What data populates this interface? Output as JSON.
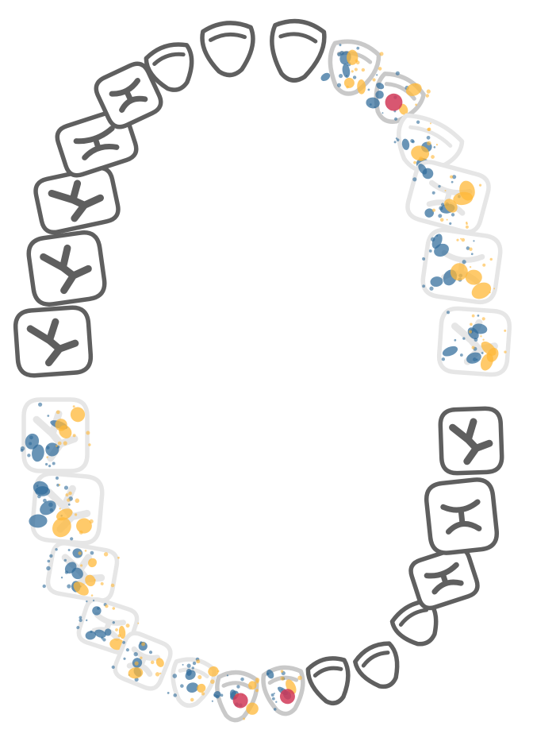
{
  "colors": {
    "outline_dark": "#5f5f5f",
    "outline_mid": "#c9c9c9",
    "outline_light": "#e6e6e6",
    "blue": "#2f6b9a",
    "orange": "#ffb838",
    "red": "#d13a58"
  },
  "legend_note": "",
  "teeth": [
    {
      "id": "u-r8",
      "kind": "molar",
      "state": "plain",
      "blobs": {}
    },
    {
      "id": "u-r7",
      "kind": "molar",
      "state": "plain",
      "blobs": {}
    },
    {
      "id": "u-r6",
      "kind": "molar",
      "state": "plain",
      "blobs": {}
    },
    {
      "id": "u-r5",
      "kind": "premolar",
      "state": "plain",
      "blobs": {}
    },
    {
      "id": "u-r4",
      "kind": "premolar",
      "state": "plain",
      "blobs": {}
    },
    {
      "id": "u-r3",
      "kind": "canine",
      "state": "plain",
      "blobs": {}
    },
    {
      "id": "u-r2",
      "kind": "incisor",
      "state": "plain",
      "blobs": {}
    },
    {
      "id": "u-r1",
      "kind": "incisor",
      "state": "plain",
      "blobs": {}
    },
    {
      "id": "u-l1",
      "kind": "incisor",
      "state": "marked",
      "blobs": {
        "blue": 3,
        "orange": 3,
        "red": 0
      }
    },
    {
      "id": "u-l2",
      "kind": "incisor",
      "state": "marked",
      "blobs": {
        "blue": 3,
        "orange": 2,
        "red": 1
      }
    },
    {
      "id": "u-l3",
      "kind": "canine",
      "state": "faded",
      "blobs": {
        "blue": 3,
        "orange": 3,
        "red": 0
      }
    },
    {
      "id": "u-l4",
      "kind": "premolar",
      "state": "faded",
      "blobs": {
        "blue": 4,
        "orange": 3,
        "red": 0
      }
    },
    {
      "id": "u-l5",
      "kind": "premolar",
      "state": "faded",
      "blobs": {
        "blue": 4,
        "orange": 3,
        "red": 0
      }
    },
    {
      "id": "u-l6",
      "kind": "molar",
      "state": "faded",
      "blobs": {
        "blue": 4,
        "orange": 3,
        "red": 0
      }
    },
    {
      "id": "u-l7",
      "kind": "molar",
      "state": "faded",
      "blobs": {
        "blue": 4,
        "orange": 3,
        "red": 0
      }
    },
    {
      "id": "l-r7",
      "kind": "molar",
      "state": "faded",
      "blobs": {
        "blue": 4,
        "orange": 3,
        "red": 0
      }
    },
    {
      "id": "l-r6",
      "kind": "molar",
      "state": "faded",
      "blobs": {
        "blue": 4,
        "orange": 3,
        "red": 0
      }
    },
    {
      "id": "l-r5",
      "kind": "premolar",
      "state": "faded",
      "blobs": {
        "blue": 4,
        "orange": 2,
        "red": 0
      }
    },
    {
      "id": "l-r4",
      "kind": "premolar",
      "state": "faded",
      "blobs": {
        "blue": 3,
        "orange": 2,
        "red": 0
      }
    },
    {
      "id": "l-r3",
      "kind": "canine",
      "state": "faded",
      "blobs": {
        "blue": 3,
        "orange": 2,
        "red": 0
      }
    },
    {
      "id": "l-r2",
      "kind": "incisor",
      "state": "marked",
      "blobs": {
        "blue": 3,
        "orange": 2,
        "red": 1
      }
    },
    {
      "id": "l-r1",
      "kind": "incisor",
      "state": "marked",
      "blobs": {
        "blue": 3,
        "orange": 1,
        "red": 1
      }
    },
    {
      "id": "l-l1",
      "kind": "incisor",
      "state": "plain",
      "blobs": {}
    },
    {
      "id": "l-l2",
      "kind": "incisor",
      "state": "plain",
      "blobs": {}
    },
    {
      "id": "l-l3",
      "kind": "canine",
      "state": "plain",
      "blobs": {}
    },
    {
      "id": "l-l4",
      "kind": "premolar",
      "state": "plain",
      "blobs": {}
    },
    {
      "id": "l-l5",
      "kind": "premolar",
      "state": "plain",
      "blobs": {}
    },
    {
      "id": "l-l6",
      "kind": "molar",
      "state": "plain",
      "blobs": {}
    },
    {
      "id": "l-l7",
      "kind": "molar",
      "state": "plain",
      "blobs": {}
    }
  ]
}
